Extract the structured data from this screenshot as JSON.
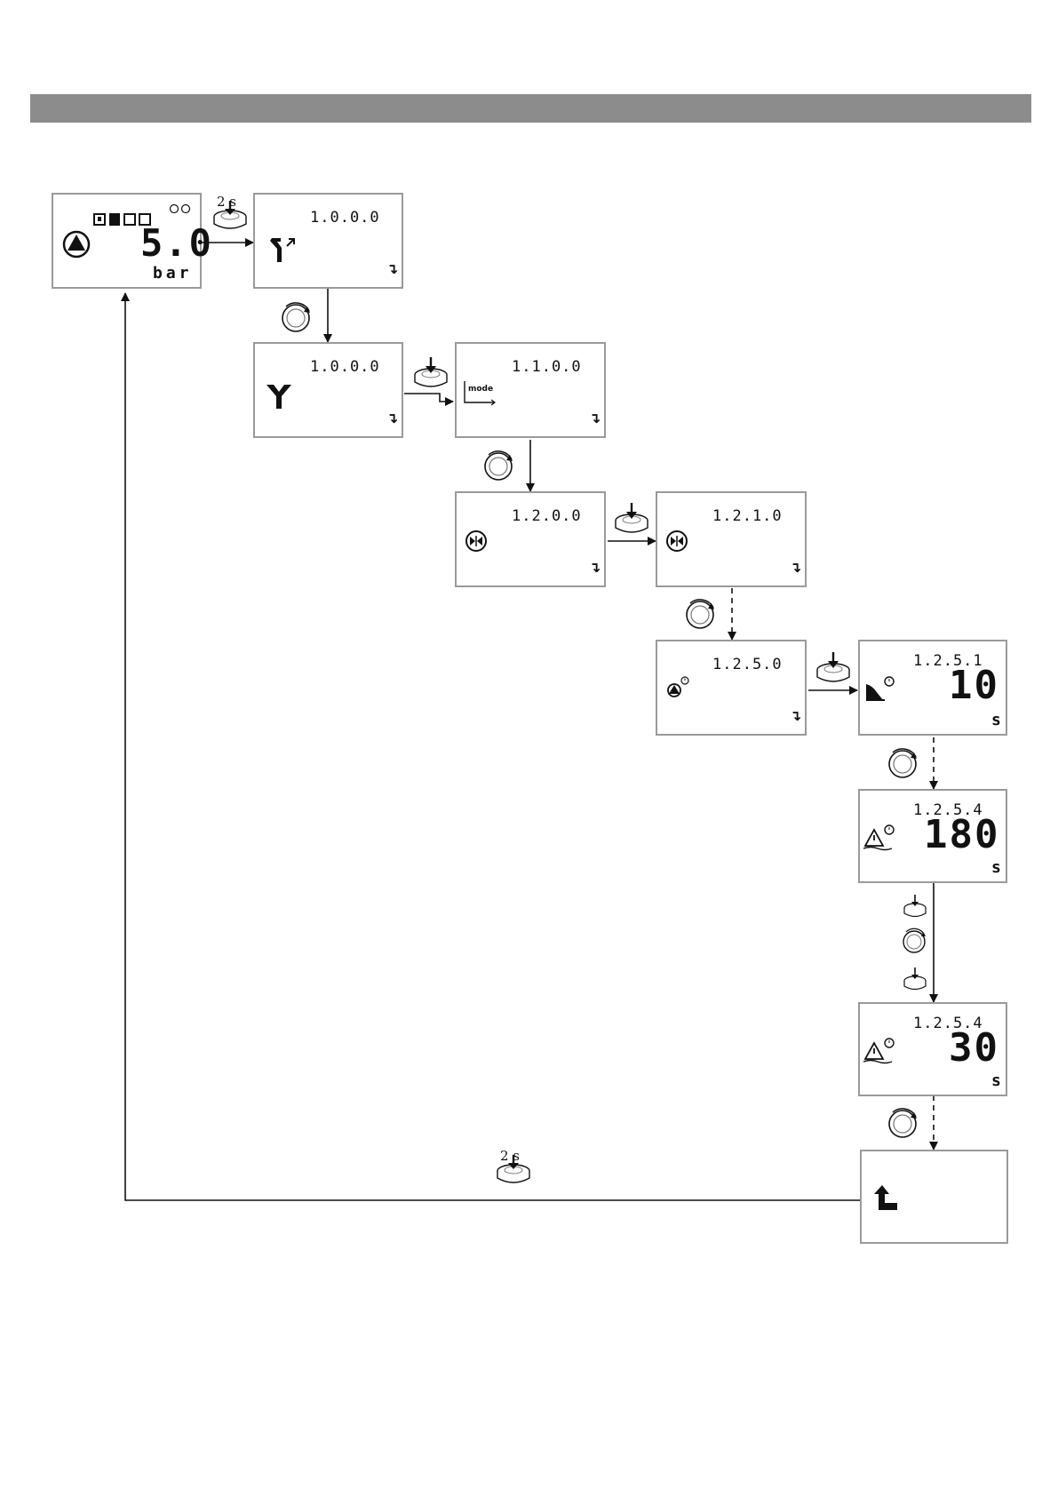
{
  "screens": {
    "home": {
      "value": "5.0",
      "unit": "bar"
    },
    "s1000a": {
      "code": "1.0.0.0"
    },
    "s1000b": {
      "code": "1.0.0.0"
    },
    "s1100": {
      "code": "1.1.0.0",
      "icon_label": "mode"
    },
    "s1200": {
      "code": "1.2.0.0"
    },
    "s1210": {
      "code": "1.2.1.0"
    },
    "s1250": {
      "code": "1.2.5.0"
    },
    "s1251": {
      "code": "1.2.5.1",
      "value": "10",
      "unit": "s"
    },
    "s1254a": {
      "code": "1.2.5.4",
      "value": "180",
      "unit": "s"
    },
    "s1254b": {
      "code": "1.2.5.4",
      "value": "30",
      "unit": "s"
    },
    "back": {}
  },
  "controls": {
    "hold_label": "2 s",
    "hold_label_return": "2 s"
  },
  "colors": {
    "header_bar": "#8c8c8c",
    "screen_border": "#9a9a9a",
    "line": "#111111"
  }
}
